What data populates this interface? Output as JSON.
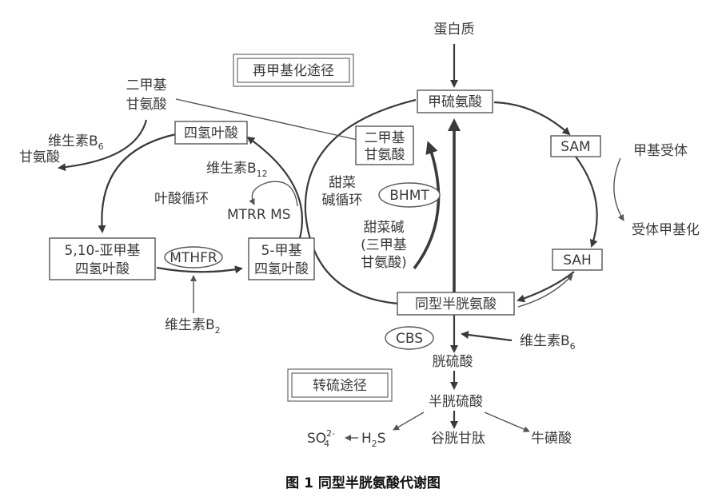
{
  "labels": {
    "protein": "蛋白质",
    "methionine": "甲硫氨酸",
    "remethylation_path": "再甲基化途径",
    "dmg_top_1": "二甲基",
    "dmg_top_2": "甘氨酸",
    "vitb6_left_pre": "维生素B",
    "vitb6_left_sub": "6",
    "glycine": "甘氨酸",
    "thf": "四氢叶酸",
    "vitb12_pre": "维生素B",
    "vitb12_sub": "12",
    "folate_cycle": "叶酸循环",
    "mtrr_ms": "MTRR MS",
    "methylene_thf_1": "5,10-亚甲基",
    "methylene_thf_2": "四氢叶酸",
    "mthfr": "MTHFR",
    "methyl_thf_1": "5-甲基",
    "methyl_thf_2": "四氢叶酸",
    "vitb2_pre": "维生素B",
    "vitb2_sub": "2",
    "dmg_mid_1": "二甲基",
    "dmg_mid_2": "甘氨酸",
    "betaine_cycle_1": "甜菜",
    "betaine_cycle_2": "碱循环",
    "bhmt": "BHMT",
    "betaine_1": "甜菜碱",
    "betaine_2": "(三甲基",
    "betaine_3": "甘氨酸)",
    "sam": "SAM",
    "methyl_acceptor": "甲基受体",
    "methylated_acceptor": "受体甲基化",
    "sah": "SAH",
    "homocysteine": "同型半胱氨酸",
    "cbs": "CBS",
    "vitb6_right_pre": "维生素B",
    "vitb6_right_sub": "6",
    "cystathionine": "胱硫酸",
    "transsulfuration_path": "转硫途径",
    "cysteine": "半胱硫酸",
    "so4_pre": "SO",
    "so4_sup": "2-",
    "so4_sub": "4",
    "h2s_pre": "H",
    "h2s_sub": "2",
    "h2s_post": "S",
    "glutathione": "谷胱甘肽",
    "taurine": "牛磺酸",
    "caption": "图 1 同型半胱氨酸代谢图"
  }
}
